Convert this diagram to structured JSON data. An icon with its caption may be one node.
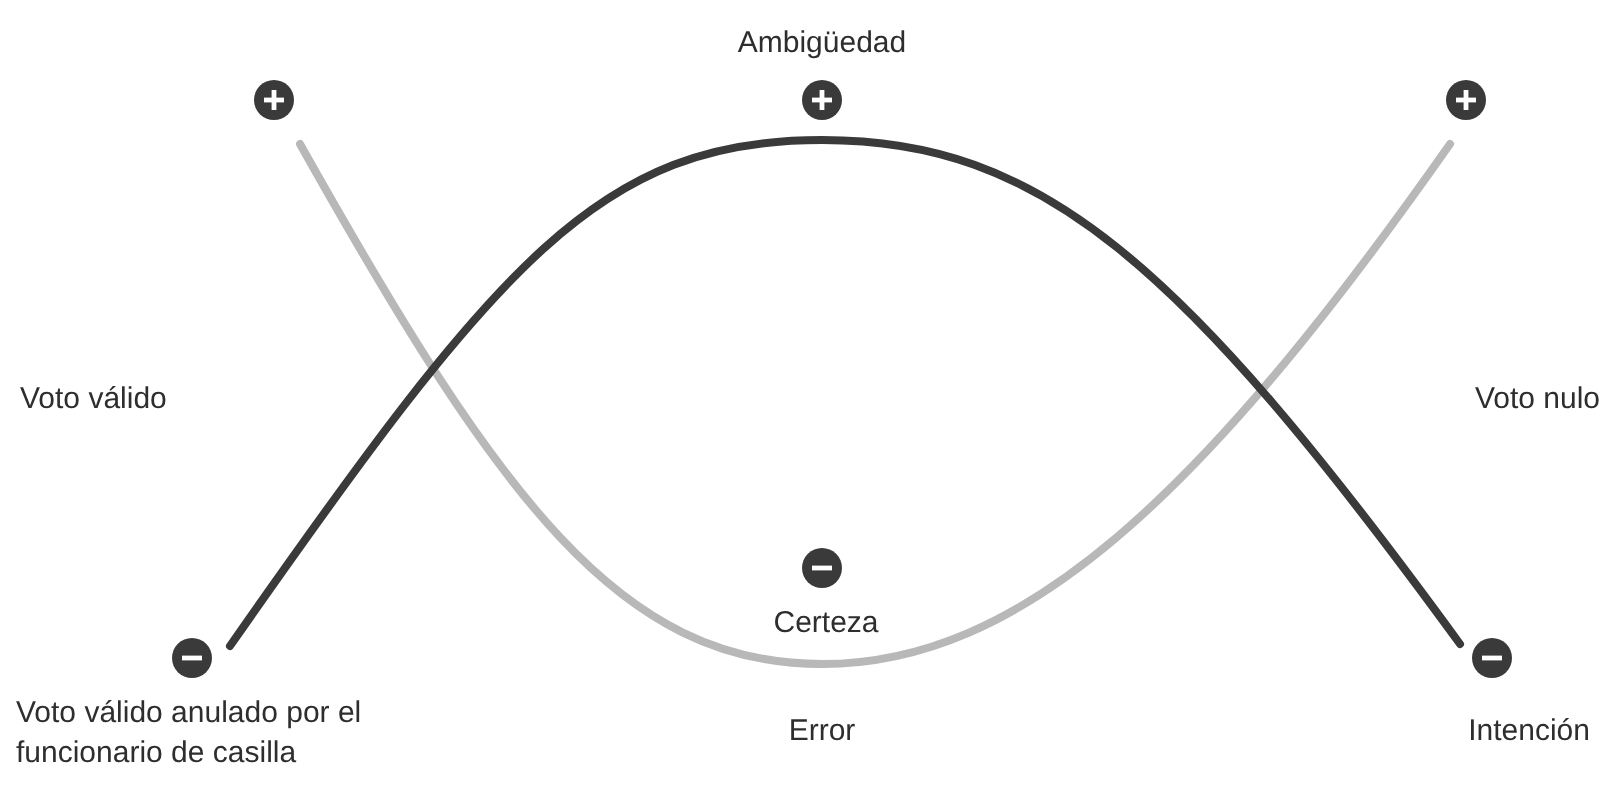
{
  "diagram": {
    "labels": [
      "Ambigüedad",
      "Voto válido",
      "Voto nulo",
      "Certeza",
      "Voto válido anulado por el funcionario de casilla",
      "Error",
      "Intención"
    ]
  }
}
